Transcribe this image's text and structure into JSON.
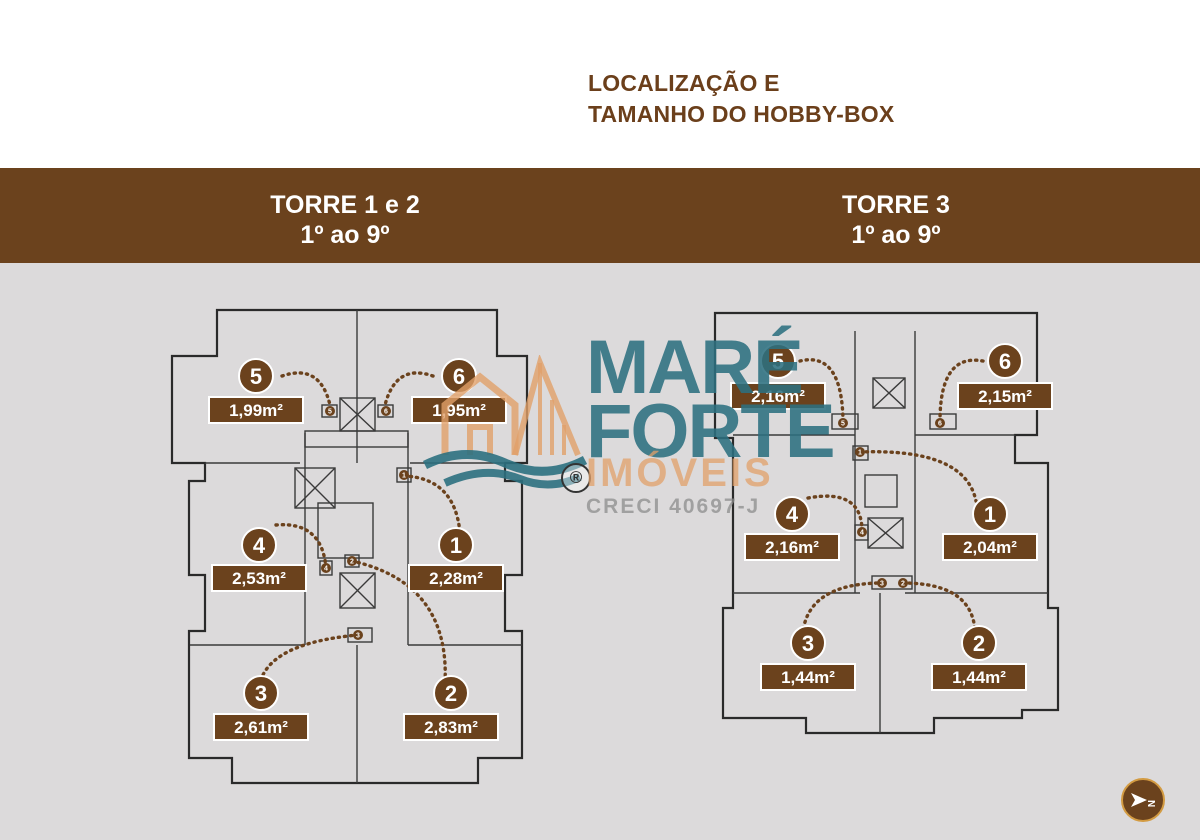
{
  "heading": {
    "line1": "LOCALIZAÇÃO E",
    "line2": "TAMANHO DO HOBBY-BOX"
  },
  "towers": [
    {
      "name": "TORRE 1 e 2",
      "floors": "1º ao 9º",
      "boxes": [
        {
          "number": "1",
          "area": "2,28m²"
        },
        {
          "number": "2",
          "area": "2,83m²"
        },
        {
          "number": "3",
          "area": "2,61m²"
        },
        {
          "number": "4",
          "area": "2,53m²"
        },
        {
          "number": "5",
          "area": "1,99m²"
        },
        {
          "number": "6",
          "area": "1,95m²"
        }
      ]
    },
    {
      "name": "TORRE 3",
      "floors": "1º ao 9º",
      "boxes": [
        {
          "number": "1",
          "area": "2,04m²"
        },
        {
          "number": "2",
          "area": "1,44m²"
        },
        {
          "number": "3",
          "area": "1,44m²"
        },
        {
          "number": "4",
          "area": "2,16m²"
        },
        {
          "number": "5",
          "area": "2,16m²"
        },
        {
          "number": "6",
          "area": "2,15m²"
        }
      ]
    }
  ],
  "watermark": {
    "line1": "MARÉ",
    "line2": "FORTE",
    "line3": "IMÓVEIS",
    "registered": "®",
    "creci": "CRECI 40697-J"
  },
  "compass": {
    "label": "N"
  },
  "colors": {
    "brand_brown": "#6b421d",
    "heading_brown": "#6b3f1b",
    "plan_background": "#dcdadb",
    "dotted_leader": "#6b421d"
  }
}
